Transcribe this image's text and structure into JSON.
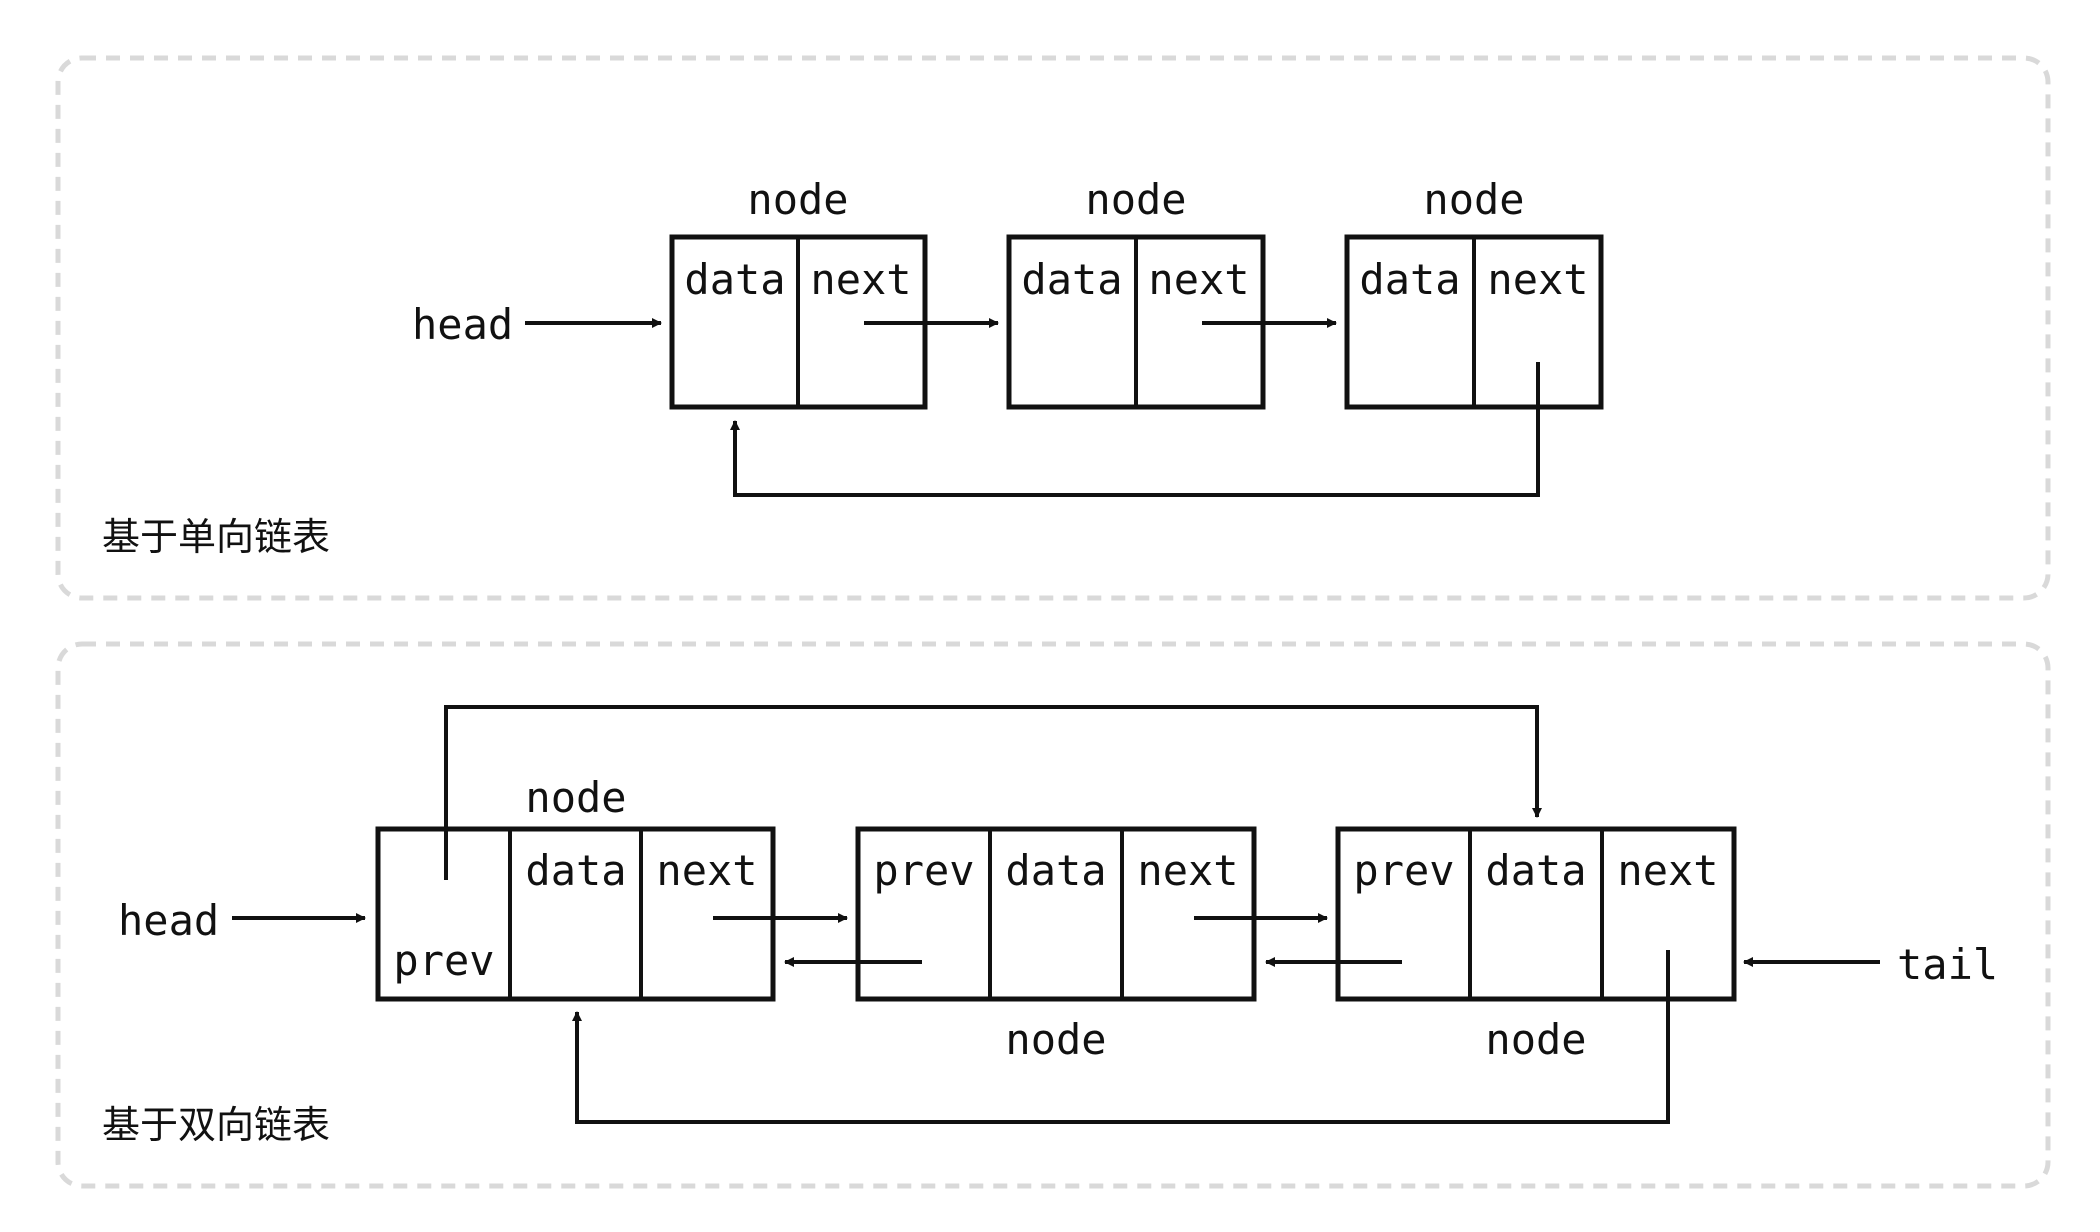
{
  "singly": {
    "caption": "基于单向链表",
    "head_label": "head",
    "node_label": "node",
    "nodes": [
      {
        "data": "data",
        "next": "next"
      },
      {
        "data": "data",
        "next": "next"
      },
      {
        "data": "data",
        "next": "next"
      }
    ]
  },
  "doubly": {
    "caption": "基于双向链表",
    "head_label": "head",
    "tail_label": "tail",
    "node_label": "node",
    "nodes": [
      {
        "prev": "prev",
        "data": "data",
        "next": "next"
      },
      {
        "prev": "prev",
        "data": "data",
        "next": "next"
      },
      {
        "prev": "prev",
        "data": "data",
        "next": "next"
      }
    ]
  }
}
